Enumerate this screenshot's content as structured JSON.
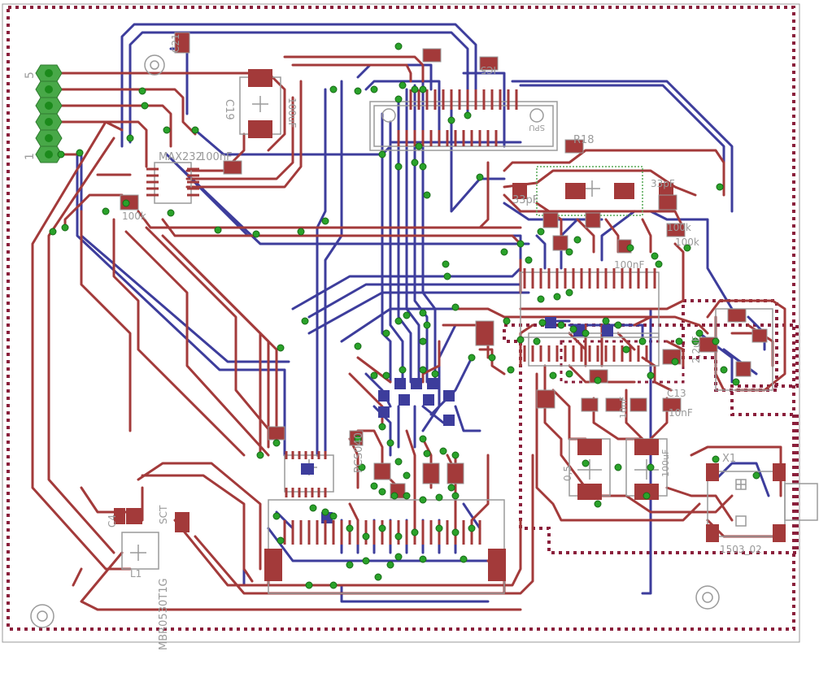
{
  "colors": {
    "background": "#ffffff",
    "top_copper": "#a33a3a",
    "bottom_copper": "#3d3d9c",
    "via": "#1c8a1c",
    "pad": "#1c8a1c",
    "silkscreen": "#9a9a9a",
    "outline_dots": "#8a1f3b"
  },
  "labels": {
    "header_5": "5",
    "header_1": "1",
    "c19": "C19",
    "c19_val": "100uF",
    "max": "MAX232",
    "max_cap": "100nF",
    "r_100k": "100k",
    "spu": "SPU",
    "r18": "R18",
    "u2": "IC5",
    "c33p_1": "33pF",
    "c33p_2": "33pF",
    "r100k_b": "100k",
    "r100k_c": "100k",
    "c100nf_mid": "100nF",
    "c220u": "2,2uF",
    "c13": "C13",
    "c13_val": "10nF",
    "c10nf": "10nF",
    "c100uf_2": "100uF",
    "c_0": "0,5",
    "x1": "X1",
    "x1_part": "1503_02",
    "pcs": "PCS040",
    "mbr": "MBR0530T1G",
    "sc": "SCT",
    "c4": "C4",
    "l1": "L1",
    "c21": "C21"
  }
}
